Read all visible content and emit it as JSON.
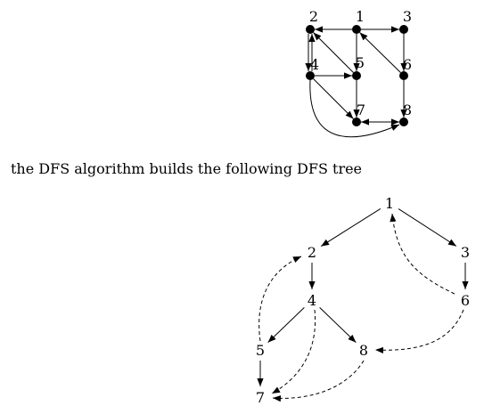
{
  "graph": {
    "nodes": [
      {
        "id": "1",
        "label": "1"
      },
      {
        "id": "2",
        "label": "2"
      },
      {
        "id": "3",
        "label": "3"
      },
      {
        "id": "4",
        "label": "4"
      },
      {
        "id": "5",
        "label": "5"
      },
      {
        "id": "6",
        "label": "6"
      },
      {
        "id": "7",
        "label": "7"
      },
      {
        "id": "8",
        "label": "8"
      }
    ],
    "edges": [
      {
        "from": "1",
        "to": "2"
      },
      {
        "from": "1",
        "to": "3"
      },
      {
        "from": "1",
        "to": "5"
      },
      {
        "from": "2",
        "to": "4"
      },
      {
        "from": "4",
        "to": "2"
      },
      {
        "from": "4",
        "to": "5"
      },
      {
        "from": "5",
        "to": "2"
      },
      {
        "from": "3",
        "to": "6"
      },
      {
        "from": "6",
        "to": "1"
      },
      {
        "from": "6",
        "to": "8"
      },
      {
        "from": "4",
        "to": "7"
      },
      {
        "from": "5",
        "to": "7"
      },
      {
        "from": "7",
        "to": "8"
      },
      {
        "from": "8",
        "to": "7"
      },
      {
        "from": "4",
        "to": "8"
      }
    ]
  },
  "caption": "the DFS algorithm builds the following DFS tree",
  "dfs_tree": {
    "nodes": [
      {
        "id": "1",
        "label": "1"
      },
      {
        "id": "2",
        "label": "2"
      },
      {
        "id": "3",
        "label": "3"
      },
      {
        "id": "4",
        "label": "4"
      },
      {
        "id": "5",
        "label": "5"
      },
      {
        "id": "6",
        "label": "6"
      },
      {
        "id": "7",
        "label": "7"
      },
      {
        "id": "8",
        "label": "8"
      }
    ],
    "tree_edges": [
      {
        "from": "1",
        "to": "2"
      },
      {
        "from": "1",
        "to": "3"
      },
      {
        "from": "2",
        "to": "4"
      },
      {
        "from": "3",
        "to": "6"
      },
      {
        "from": "4",
        "to": "5"
      },
      {
        "from": "4",
        "to": "8"
      },
      {
        "from": "5",
        "to": "7"
      }
    ],
    "non_tree_edges": [
      {
        "from": "5",
        "to": "2"
      },
      {
        "from": "6",
        "to": "1"
      },
      {
        "from": "6",
        "to": "8"
      },
      {
        "from": "4",
        "to": "7"
      },
      {
        "from": "8",
        "to": "7"
      }
    ]
  }
}
